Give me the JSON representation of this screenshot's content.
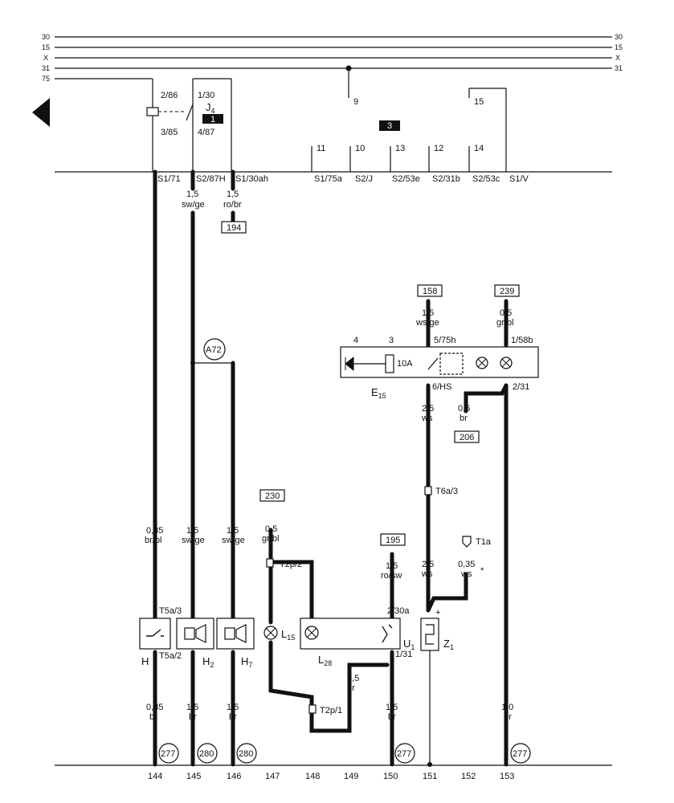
{
  "rails": {
    "labels_left": [
      "30",
      "15",
      "X",
      "31",
      "75"
    ],
    "labels_right": [
      "30",
      "15",
      "X",
      "31"
    ]
  },
  "relay": {
    "name": "J",
    "sub": "4",
    "pin_top_left": "2/86",
    "pin_top_right": "1/30",
    "pin_bottom_left": "3/85",
    "pin_bottom_right": "4/87",
    "badge": "1"
  },
  "badge_center": "3",
  "connectors_top": {
    "c9": "9",
    "c15": "15",
    "c11": "11",
    "c10": "10",
    "c13": "13",
    "c12": "12",
    "c14": "14"
  },
  "terminals": [
    "S1/71",
    "S2/87H",
    "S1/30ah",
    "S1/75a",
    "S2/J",
    "S2/53e",
    "S2/31b",
    "S2/53c",
    "S1/V"
  ],
  "wires": {
    "w1_top": {
      "size": "1,5",
      "color": "sw/ge"
    },
    "w2_top": {
      "size": "1,5",
      "color": "ro/br"
    },
    "ref194": "194",
    "a72": "A72",
    "w158": {
      "size": "1,5",
      "color": "ws/ge"
    },
    "ref158": "158",
    "w239": {
      "size": "0,5",
      "color": "gr/bl"
    },
    "ref239": "239",
    "w_e15_out": {
      "size": "2,5",
      "color": "ws"
    },
    "w_206": {
      "size": "0,5",
      "color": "br"
    },
    "ref206": "206",
    "ref230": "230",
    "w230": {
      "size": "0,5",
      "color": "gr/bl"
    },
    "ref195": "195",
    "w195": {
      "size": "1,5",
      "color": "ro/sw"
    },
    "w144_mid": {
      "size": "0,35",
      "color": "br/bl"
    },
    "w145_mid": {
      "size": "1,5",
      "color": "sw/ge"
    },
    "w146_mid": {
      "size": "1,5",
      "color": "sw/ge"
    },
    "w151_mid": {
      "size": "2,5",
      "color": "ws"
    },
    "w_t1a": {
      "size": "0,35",
      "color": "ws"
    },
    "star": "*",
    "w_l28": {
      "size": "0,5",
      "color": "br"
    },
    "w144_bot": {
      "size": "0,35",
      "color": "br"
    },
    "w145_bot": {
      "size": "1,5",
      "color": "br"
    },
    "w146_bot": {
      "size": "1,5",
      "color": "br"
    },
    "w150_bot": {
      "size": "1,5",
      "color": "br"
    },
    "w153_bot": {
      "size": "1,0",
      "color": "br"
    }
  },
  "e15": {
    "name": "E",
    "sub": "15",
    "pin4": "4",
    "pin3": "3",
    "pin_575h": "5/75h",
    "pin_158b": "1/58b",
    "pin_6hs": "6/HS",
    "pin_231": "2/31",
    "fuse": "10A"
  },
  "connectors_mid": {
    "t6a3": "T6a/3",
    "t1a": "T1a",
    "t2p2": "T2p/2",
    "t2p1": "T2p/1",
    "t5a3": "T5a/3",
    "t5a2": "T5a/2"
  },
  "components": {
    "h": "H",
    "h2": {
      "name": "H",
      "sub": "2"
    },
    "h7": {
      "name": "H",
      "sub": "7"
    },
    "l15": {
      "name": "L",
      "sub": "15"
    },
    "l28": {
      "name": "L",
      "sub": "28"
    },
    "u1": {
      "name": "U",
      "sub": "1"
    },
    "z1": {
      "name": "Z",
      "sub": "1"
    },
    "u1_pin_top": "2/30a",
    "u1_pin_bot": "1/31",
    "z1_plus": "+"
  },
  "ground_refs": {
    "g144": "277",
    "g145": "280",
    "g146": "280",
    "g150": "277",
    "g153": "277"
  },
  "columns": [
    "144",
    "145",
    "146",
    "147",
    "148",
    "149",
    "150",
    "151",
    "152",
    "153"
  ]
}
